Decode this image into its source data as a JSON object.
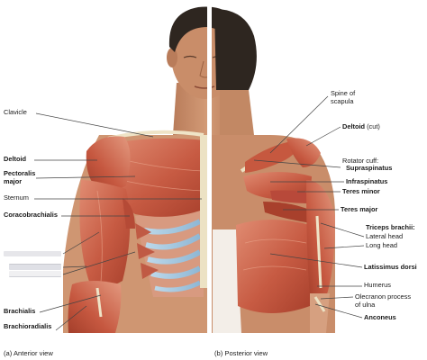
{
  "colors": {
    "skin": "#cc9470",
    "skin_shadow": "#b0785a",
    "muscle": "#c4553f",
    "muscle_light": "#de8a72",
    "tendon": "#ede3c6",
    "rib_blue": "#9ec4de",
    "hair": "#2e2620",
    "leader_line": "#444444",
    "divider": "#ffffff"
  },
  "icons": {
    "redaction": "redacted-label-bar"
  },
  "figure": {
    "anterior": {
      "caption": "(a) Anterior view",
      "labels": [
        {
          "id": "clavicle",
          "text": "Clavicle",
          "bold": false
        },
        {
          "id": "deltoid",
          "text": "Deltoid",
          "bold": true
        },
        {
          "id": "pectoralis-major",
          "text": "Pectoralis\nmajor",
          "bold": true
        },
        {
          "id": "sternum",
          "text": "Sternum",
          "bold": false
        },
        {
          "id": "coracobrachialis",
          "text": "Coracobrachialis",
          "bold": true
        },
        {
          "id": "brachialis",
          "text": "Brachialis",
          "bold": true
        },
        {
          "id": "brachioradialis",
          "text": "Brachioradialis",
          "bold": true
        }
      ],
      "redacted_labels": [
        {
          "id": "redacted-1",
          "text": "",
          "bold": false
        },
        {
          "id": "redacted-2",
          "text": "",
          "bold": false
        },
        {
          "id": "redacted-3",
          "text": "",
          "bold": false
        }
      ]
    },
    "posterior": {
      "caption": "(b) Posterior view",
      "labels": [
        {
          "id": "spine-of-scapula",
          "text": "Spine of\nscapula",
          "bold": false
        },
        {
          "id": "deltoid-cut",
          "text": "Deltoid (cut)",
          "bold": true,
          "plain_suffix": " (cut)"
        },
        {
          "id": "rotator-cuff",
          "text": "Rotator cuff:",
          "bold": false
        },
        {
          "id": "supraspinatus",
          "text": "Supraspinatus",
          "bold": true
        },
        {
          "id": "infraspinatus",
          "text": "Infraspinatus",
          "bold": true
        },
        {
          "id": "teres-minor",
          "text": "Teres minor",
          "bold": true
        },
        {
          "id": "teres-major",
          "text": "Teres major",
          "bold": true
        },
        {
          "id": "triceps-brachii",
          "text": "Triceps brachii:",
          "bold": true
        },
        {
          "id": "lateral-head",
          "text": "Lateral head",
          "bold": false
        },
        {
          "id": "long-head",
          "text": "Long head",
          "bold": false
        },
        {
          "id": "latissimus-dorsi",
          "text": "Latissimus dorsi",
          "bold": true
        },
        {
          "id": "humerus",
          "text": "Humerus",
          "bold": false
        },
        {
          "id": "olecranon",
          "text": "Olecranon process\nof ulna",
          "bold": false
        },
        {
          "id": "anconeus",
          "text": "Anconeus",
          "bold": true
        }
      ]
    }
  }
}
